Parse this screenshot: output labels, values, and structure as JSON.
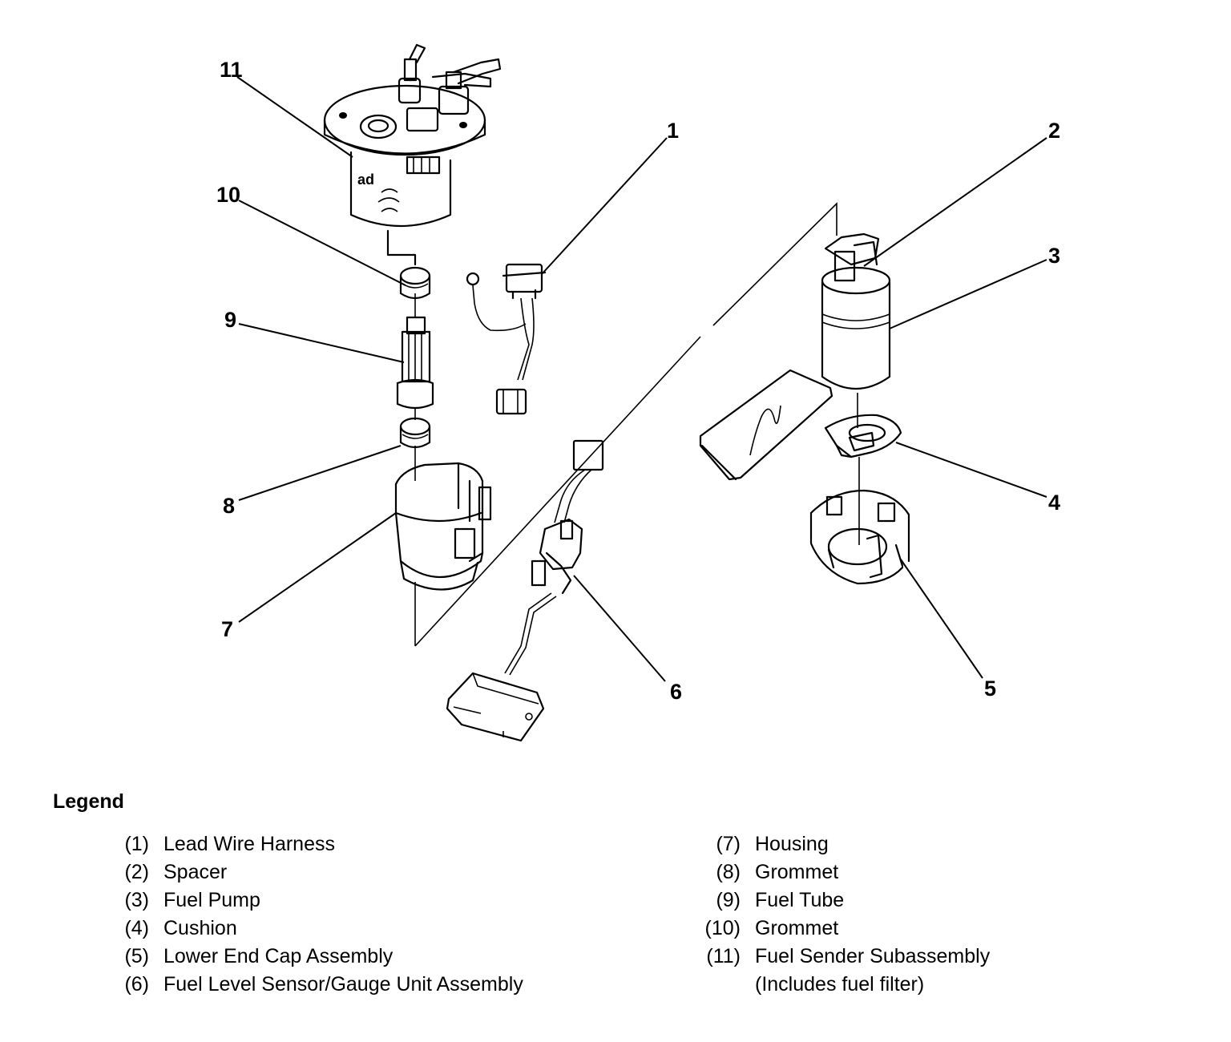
{
  "callouts": [
    {
      "n": "1"
    },
    {
      "n": "2"
    },
    {
      "n": "3"
    },
    {
      "n": "4"
    },
    {
      "n": "5"
    },
    {
      "n": "6"
    },
    {
      "n": "7"
    },
    {
      "n": "8"
    },
    {
      "n": "9"
    },
    {
      "n": "10"
    },
    {
      "n": "11"
    }
  ],
  "legend": {
    "title": "Legend",
    "items": [
      {
        "num": "(1)",
        "label": "Lead Wire Harness"
      },
      {
        "num": "(2)",
        "label": "Spacer"
      },
      {
        "num": "(3)",
        "label": "Fuel Pump"
      },
      {
        "num": "(4)",
        "label": "Cushion"
      },
      {
        "num": "(5)",
        "label": "Lower End Cap Assembly"
      },
      {
        "num": "(6)",
        "label": "Fuel Level Sensor/Gauge Unit Assembly"
      },
      {
        "num": "(7)",
        "label": "Housing"
      },
      {
        "num": "(8)",
        "label": "Grommet"
      },
      {
        "num": "(9)",
        "label": "Fuel Tube"
      },
      {
        "num": "(10)",
        "label": "Grommet"
      },
      {
        "num": "(11)",
        "label": "Fuel Sender Subassembly",
        "label2": "(Includes fuel filter)"
      }
    ]
  }
}
